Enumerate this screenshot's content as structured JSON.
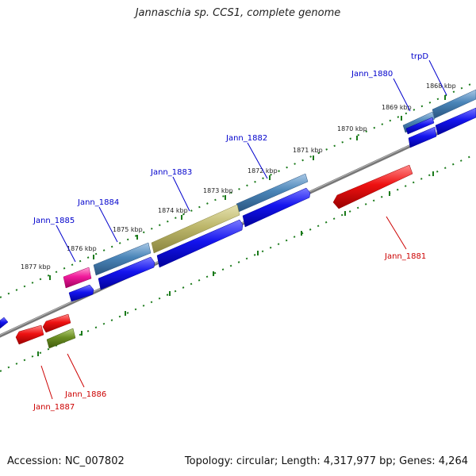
{
  "title": "Jannaschia sp. CCS1, complete genome",
  "footer": {
    "accession": "Accession: NC_007802",
    "topology": "Topology: circular; Length: 4,317,977 bp; Genes: 4,264"
  },
  "colors": {
    "forward_gene": "#1010e6",
    "reverse_gene": "#ee1111",
    "steelblue_gene": "#4a85b8",
    "khaki_gene": "#bdb76b",
    "magenta_gene": "#f0199b",
    "olive_gene": "#6b8e23",
    "backbone": "#808080",
    "ruler": "#1a7a1a",
    "forward_label": "#0000cc",
    "reverse_label": "#cc0000"
  },
  "ruler_labels": [
    "1868 kbp",
    "1869 kbp",
    "1870 kbp",
    "1871 kbp",
    "1872 kbp",
    "1873 kbp",
    "1874 kbp",
    "1875 kbp",
    "1876 kbp",
    "1877 kbp"
  ],
  "forward_labels": [
    "trpD",
    "Jann_1880",
    "Jann_1882",
    "Jann_1883",
    "Jann_1884",
    "Jann_1885"
  ],
  "reverse_labels": [
    "Jann_1881",
    "Jann_1886",
    "Jann_1887"
  ]
}
